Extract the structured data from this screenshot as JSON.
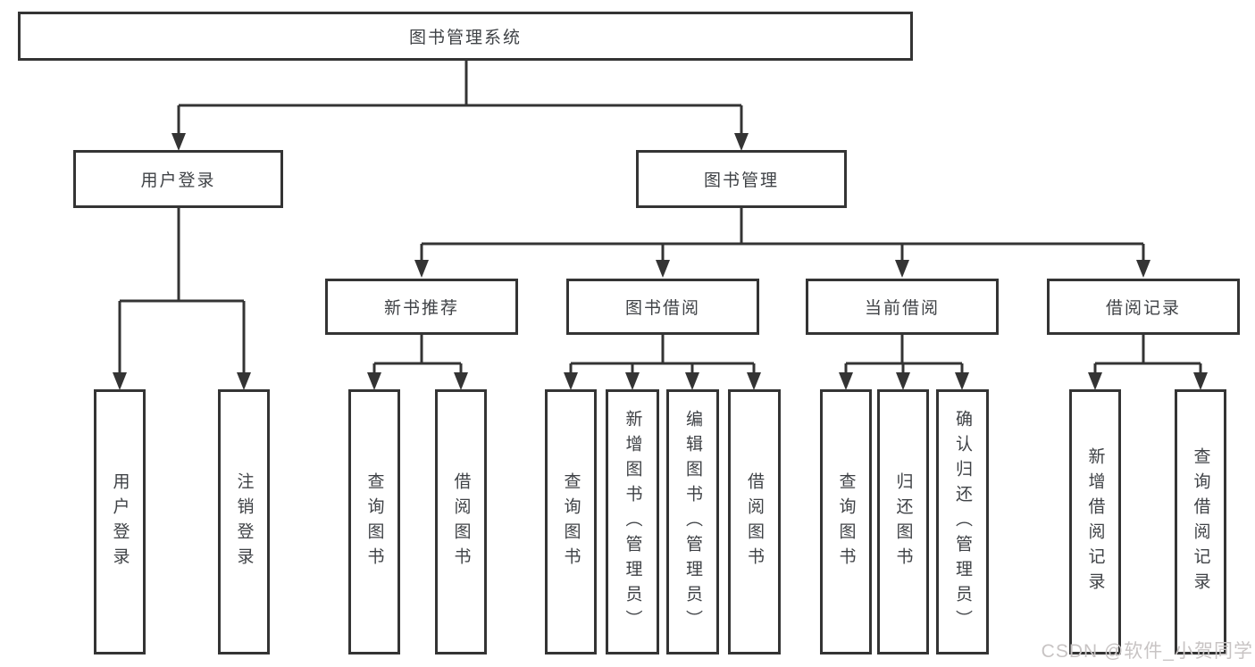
{
  "nodes": {
    "root": {
      "label": "图书管理系统"
    },
    "level2": [
      {
        "id": "user-login",
        "label": "用户登录",
        "parent": "图书管理系统"
      },
      {
        "id": "book-management",
        "label": "图书管理",
        "parent": "图书管理系统"
      }
    ],
    "level3": [
      {
        "id": "new-book-recommend",
        "label": "新书推荐",
        "parent": "图书管理"
      },
      {
        "id": "book-borrow",
        "label": "图书借阅",
        "parent": "图书管理"
      },
      {
        "id": "current-borrow",
        "label": "当前借阅",
        "parent": "图书管理"
      },
      {
        "id": "borrow-records",
        "label": "借阅记录",
        "parent": "图书管理"
      }
    ],
    "leaves": [
      {
        "label": "用户登录",
        "parent": "用户登录"
      },
      {
        "label": "注销登录",
        "parent": "用户登录"
      },
      {
        "label": "查询图书",
        "parent": "新书推荐"
      },
      {
        "label": "借阅图书",
        "parent": "新书推荐"
      },
      {
        "label": "查询图书",
        "parent": "图书借阅"
      },
      {
        "label": "新增图书（管理员）",
        "parent": "图书借阅"
      },
      {
        "label": "编辑图书（管理员）",
        "parent": "图书借阅"
      },
      {
        "label": "借阅图书",
        "parent": "图书借阅"
      },
      {
        "label": "查询图书",
        "parent": "当前借阅"
      },
      {
        "label": "归还图书",
        "parent": "当前借阅"
      },
      {
        "label": "确认归还（管理员）",
        "parent": "当前借阅"
      },
      {
        "label": "新增借阅记录",
        "parent": "借阅记录"
      },
      {
        "label": "查询借阅记录",
        "parent": "借阅记录"
      }
    ]
  },
  "watermark": {
    "text": "CSDN @软件_小贺同学"
  },
  "colors": {
    "line": "#343434",
    "ink": "#3f4246",
    "box-bg": "#ffffff",
    "canvas-bg": "#ffffff",
    "watermark": "#c8c4c4"
  }
}
